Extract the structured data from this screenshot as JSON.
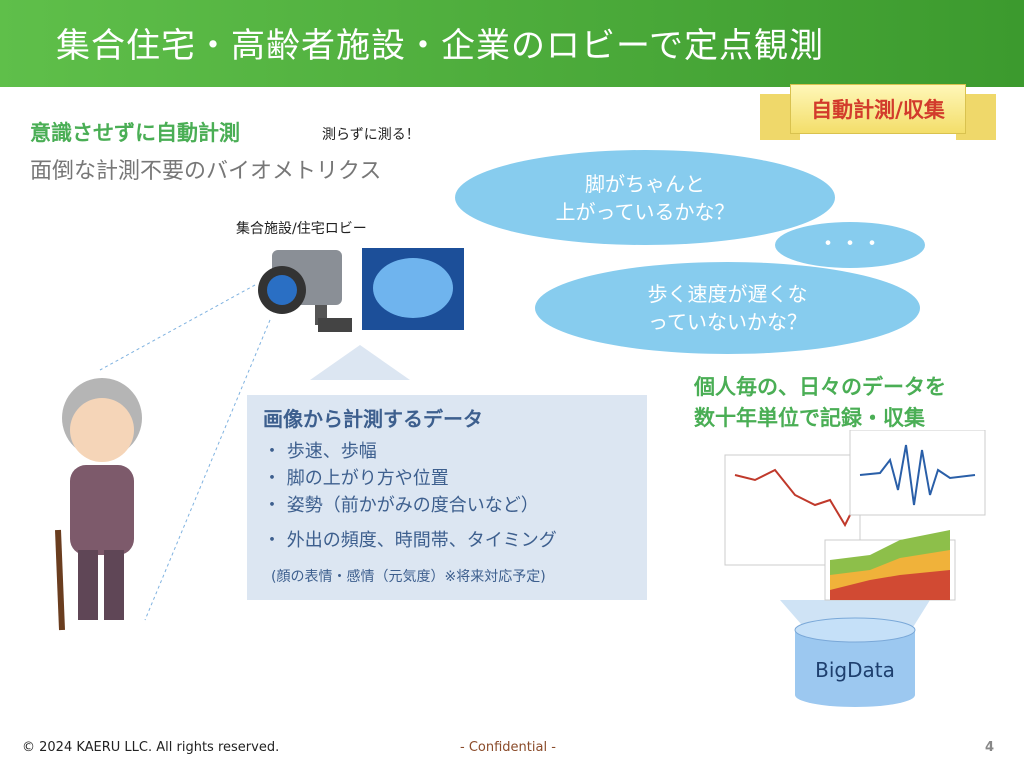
{
  "header": {
    "title": "集合住宅・高齢者施設・企業のロビーで定点観測"
  },
  "badge": {
    "label": "自動計測/収集"
  },
  "intro": {
    "headline": "意識させずに自動計測",
    "tagline": "測らずに測る！",
    "subtitle": "面倒な計測不要のバイオメトリクス"
  },
  "camera": {
    "label": "集合施設/住宅ロビー"
  },
  "bubbles": {
    "q1": [
      "脚がちゃんと",
      "上がっているかな？"
    ],
    "dots": "・・・",
    "q2": [
      "歩く速度が遅くな",
      "っていないかな？"
    ]
  },
  "data_box": {
    "title": "画像から計測するデータ",
    "items": [
      "・ 歩速、歩幅",
      "・ 脚の上がり方や位置",
      "・ 姿勢（前かがみの度合いなど）",
      "・ 外出の頻度、時間帯、タイミング"
    ],
    "note": "(顔の表情・感情（元気度）※将来対応予定)"
  },
  "right": {
    "line1": "個人毎の、日々のデータを",
    "line2": "数十年単位で記録・収集",
    "db_label": "BigData"
  },
  "footer": {
    "copyright": "© 2024 KAERU LLC.  All rights reserved.",
    "confidential": "- Confidential -",
    "page": "4"
  }
}
